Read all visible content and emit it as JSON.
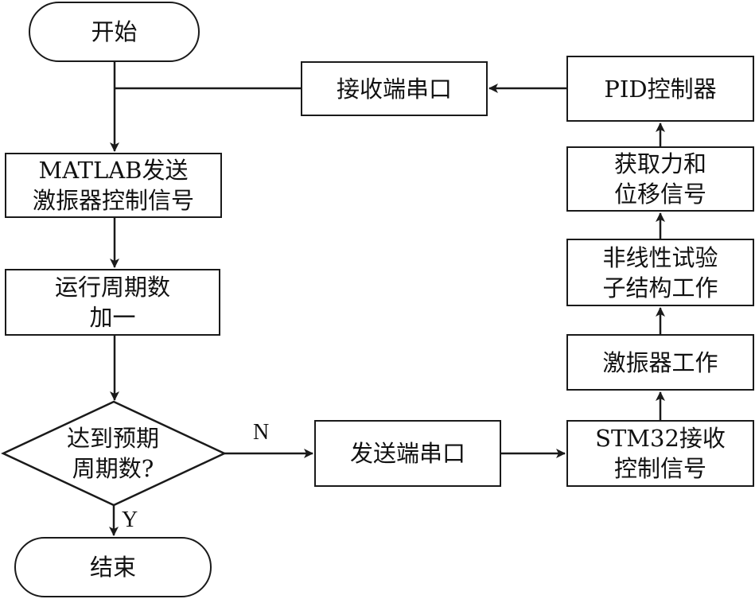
{
  "diagram": {
    "type": "flowchart",
    "colors": {
      "stroke": "#1a1a1a",
      "background": "#ffffff",
      "text": "#111111"
    },
    "nodes": {
      "start": {
        "shape": "terminator",
        "lines": [
          "开始"
        ]
      },
      "matlab_send": {
        "shape": "process",
        "lines": [
          "MATLAB发送",
          "激振器控制信号"
        ]
      },
      "cycle_increment": {
        "shape": "process",
        "lines": [
          "运行周期数",
          "加一"
        ]
      },
      "decision": {
        "shape": "decision",
        "lines": [
          "达到预期",
          "周期数?"
        ]
      },
      "end": {
        "shape": "terminator",
        "lines": [
          "结束"
        ]
      },
      "send_serial": {
        "shape": "process",
        "lines": [
          "发送端串口"
        ]
      },
      "stm32_receive": {
        "shape": "process",
        "lines": [
          "STM32接收",
          "控制信号"
        ]
      },
      "shaker_work": {
        "shape": "process",
        "lines": [
          "激振器工作"
        ]
      },
      "nonlinear_substructure": {
        "shape": "process",
        "lines": [
          "非线性试验",
          "子结构工作"
        ]
      },
      "acquire_signals": {
        "shape": "process",
        "lines": [
          "获取力和",
          "位移信号"
        ]
      },
      "pid_controller": {
        "shape": "process",
        "lines": [
          "PID控制器"
        ]
      },
      "receive_serial": {
        "shape": "process",
        "lines": [
          "接收端串口"
        ]
      }
    },
    "edge_labels": {
      "no": "N",
      "yes": "Y"
    },
    "edges": [
      {
        "from": "start",
        "to": "matlab_send"
      },
      {
        "from": "matlab_send",
        "to": "cycle_increment"
      },
      {
        "from": "cycle_increment",
        "to": "decision"
      },
      {
        "from": "decision",
        "to": "end",
        "label": "Y"
      },
      {
        "from": "decision",
        "to": "send_serial",
        "label": "N"
      },
      {
        "from": "send_serial",
        "to": "stm32_receive"
      },
      {
        "from": "stm32_receive",
        "to": "shaker_work"
      },
      {
        "from": "shaker_work",
        "to": "nonlinear_substructure"
      },
      {
        "from": "nonlinear_substructure",
        "to": "acquire_signals"
      },
      {
        "from": "acquire_signals",
        "to": "pid_controller"
      },
      {
        "from": "pid_controller",
        "to": "receive_serial"
      },
      {
        "from": "receive_serial",
        "to": "matlab_send"
      }
    ]
  }
}
